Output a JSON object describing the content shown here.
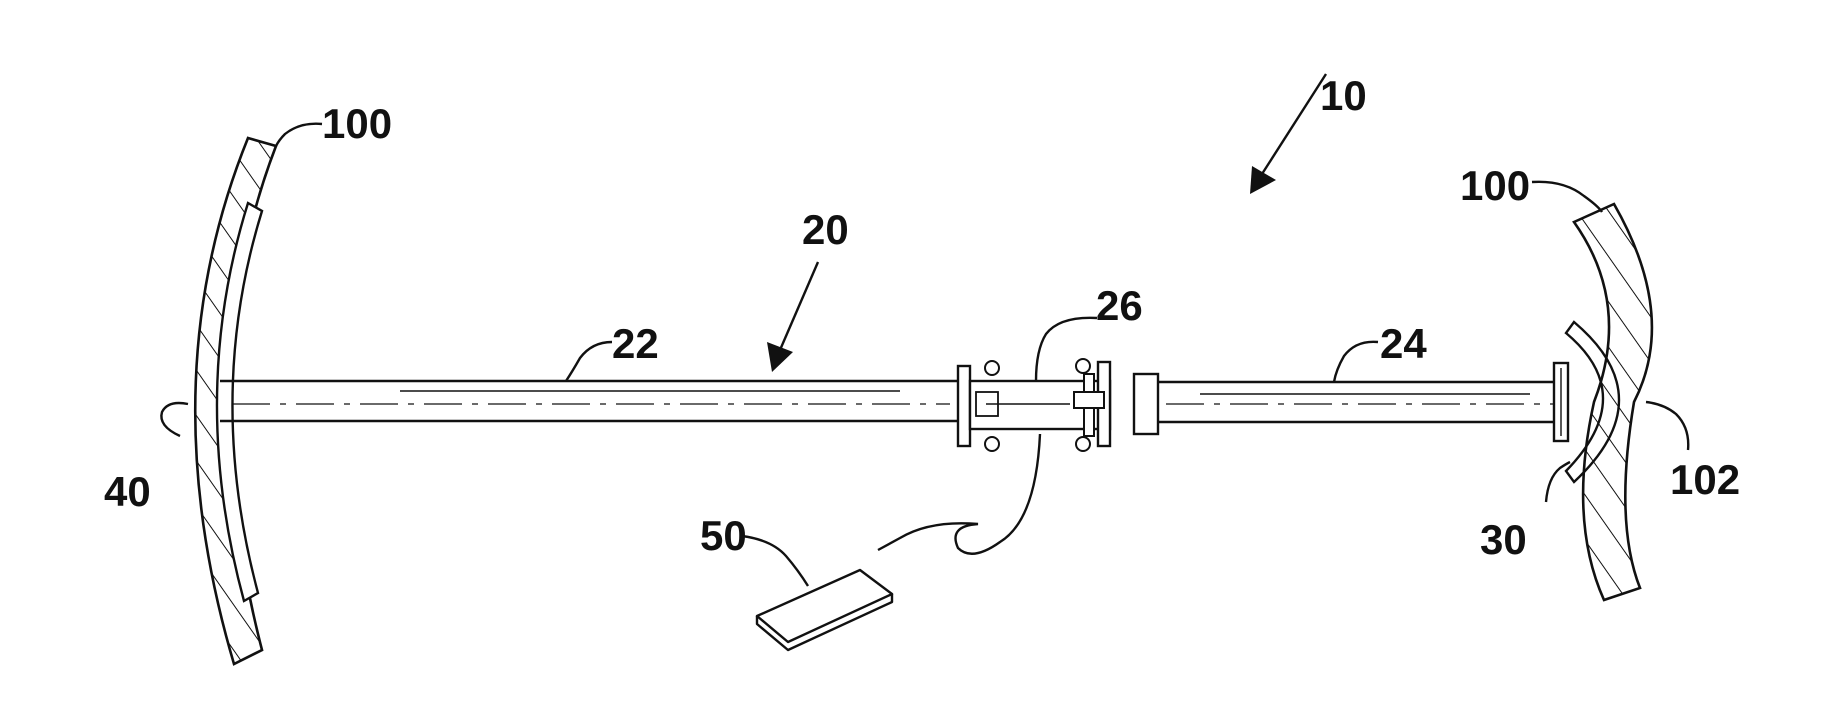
{
  "figure": {
    "labels": {
      "device": "10",
      "rod_assembly": "20",
      "rod_left": "22",
      "rod_right": "24",
      "coupler": "26",
      "right_pad": "30",
      "left_pad": "40",
      "remote": "50",
      "wall_left": "100",
      "wall_right": "100",
      "wall_contact": "102"
    }
  }
}
